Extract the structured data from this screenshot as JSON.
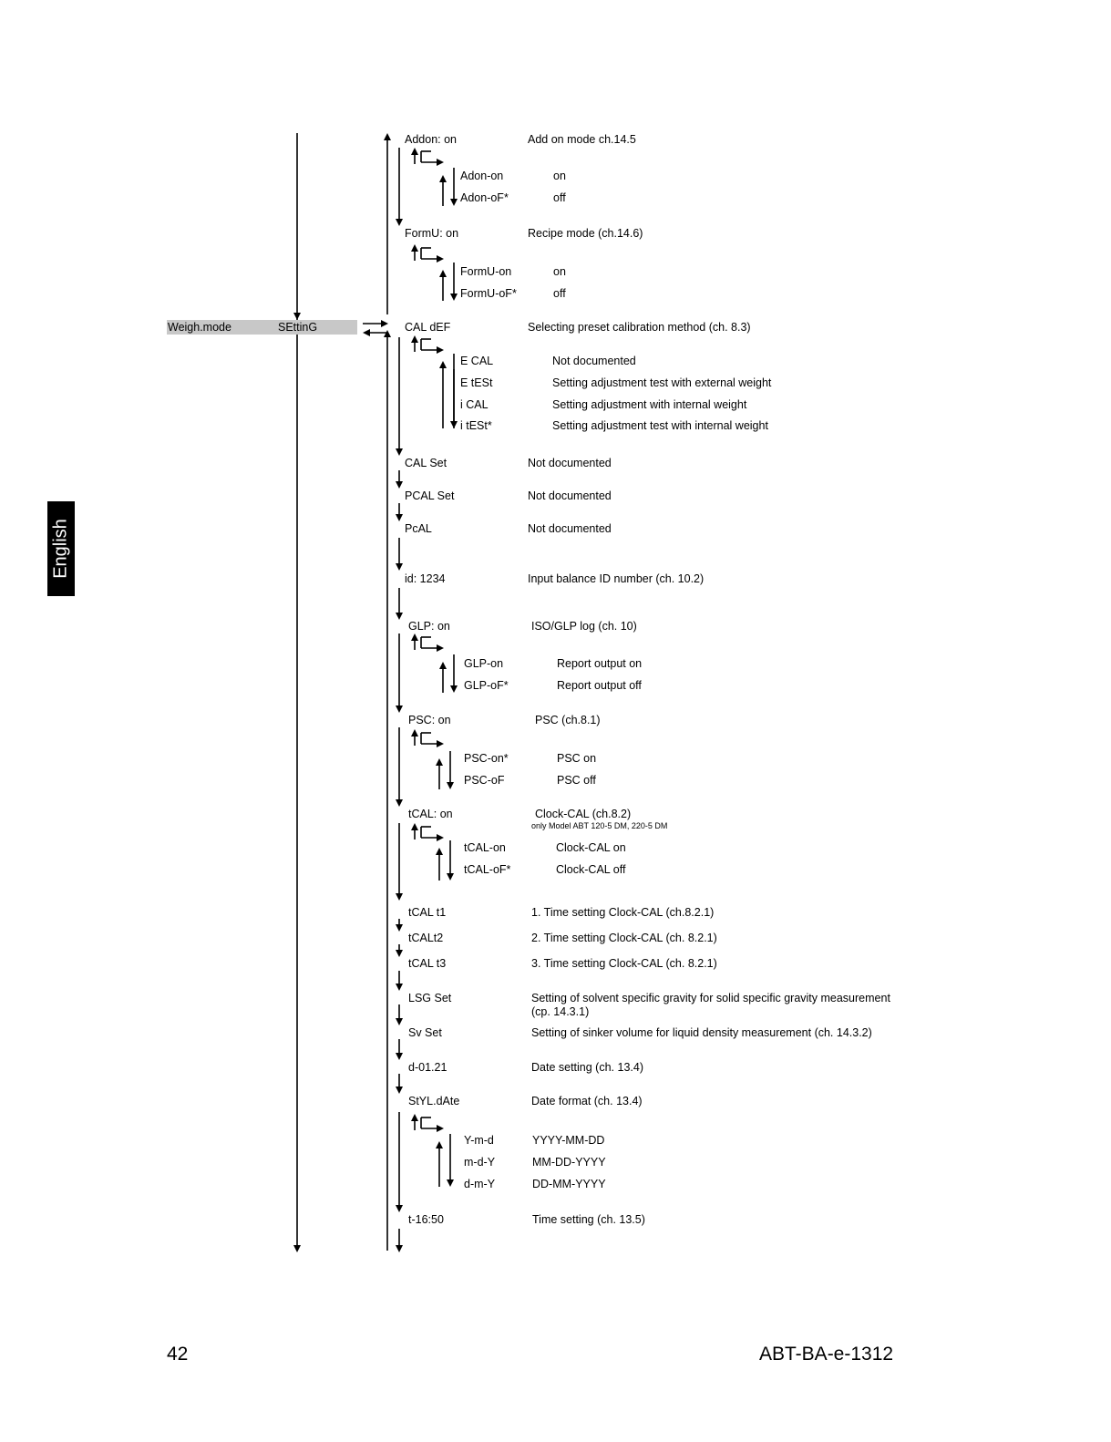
{
  "side_tab": "English",
  "footer": {
    "page_number": "42",
    "doc_code": "ABT-BA-e-1312"
  },
  "root": {
    "weigh_mode": "Weigh.mode",
    "setting": "SEttinG"
  },
  "menu": [
    {
      "id": "addon",
      "param": "Addon: on",
      "desc": "Add on mode ch.14.5",
      "options": [
        {
          "code": "Adon-on",
          "desc": "on"
        },
        {
          "code": "Adon-oF*",
          "desc": "off"
        }
      ]
    },
    {
      "id": "formu",
      "param": "FormU: on",
      "desc": "Recipe mode (ch.14.6)",
      "options": [
        {
          "code": "FormU-on",
          "desc": "on"
        },
        {
          "code": "FormU-oF*",
          "desc": "off"
        }
      ]
    },
    {
      "id": "caldef",
      "param": "CAL dEF",
      "desc": "Selecting preset calibration method  (ch. 8.3)",
      "options": [
        {
          "code": "E CAL",
          "desc": "Not documented"
        },
        {
          "code": "E tESt",
          "desc": "Setting adjustment test with external weight"
        },
        {
          "code": "i CAL",
          "desc": "Setting adjustment with internal weight"
        },
        {
          "code": "i tESt*",
          "desc": "Setting adjustment test with internal weight"
        }
      ]
    },
    {
      "id": "calset",
      "param": "CAL Set",
      "desc": "Not documented"
    },
    {
      "id": "pcalset",
      "param": "PCAL Set",
      "desc": "Not documented"
    },
    {
      "id": "pcal",
      "param": "PcAL",
      "desc": "Not documented"
    },
    {
      "id": "id",
      "param": "id: 1234",
      "desc": "Input balance ID number (ch. 10.2)"
    },
    {
      "id": "glp",
      "param": "GLP: on",
      "desc": "ISO/GLP log (ch. 10)",
      "options": [
        {
          "code": "GLP-on",
          "desc": "Report output on"
        },
        {
          "code": "GLP-oF*",
          "desc": "Report output off"
        }
      ]
    },
    {
      "id": "psc",
      "param": "PSC: on",
      "desc": "PSC (ch.8.1)",
      "options": [
        {
          "code": "PSC-on*",
          "desc": "PSC on"
        },
        {
          "code": "PSC-oF",
          "desc": "PSC off"
        }
      ]
    },
    {
      "id": "tcal",
      "param": "tCAL: on",
      "desc": "Clock-CAL (ch.8.2)",
      "note": "only Model ABT 120-5 DM, 220-5 DM",
      "options": [
        {
          "code": "tCAL-on",
          "desc": "Clock-CAL on"
        },
        {
          "code": "tCAL-oF*",
          "desc": "Clock-CAL off"
        }
      ]
    },
    {
      "id": "tcalt1",
      "param": "tCAL t1",
      "desc": "1. Time setting Clock-CAL  (ch.8.2.1)"
    },
    {
      "id": "tcalt2",
      "param": "tCALt2",
      "desc": "2. Time setting Clock-CAL  (ch. 8.2.1)"
    },
    {
      "id": "tcalt3",
      "param": "tCAL t3",
      "desc": "3. Time setting Clock-CAL  (ch. 8.2.1)"
    },
    {
      "id": "lsgset",
      "param": "LSG Set",
      "desc": "Setting of solvent specific gravity for solid specific gravity measurement",
      "desc2": "(cp. 14.3.1)"
    },
    {
      "id": "svset",
      "param": "Sv Set",
      "desc": "Setting of sinker volume for liquid density measurement  (ch. 14.3.2)"
    },
    {
      "id": "date",
      "param": "d-01.21",
      "desc": "Date setting (ch. 13.4)"
    },
    {
      "id": "styldate",
      "param": "StYL.dAte",
      "desc": "Date format (ch. 13.4)",
      "options": [
        {
          "code": "Y-m-d",
          "desc": "YYYY-MM-DD"
        },
        {
          "code": "m-d-Y",
          "desc": "MM-DD-YYYY"
        },
        {
          "code": "d-m-Y",
          "desc": "DD-MM-YYYY"
        }
      ]
    },
    {
      "id": "time",
      "param": "t-16:50",
      "desc": "Time setting (ch. 13.5)"
    }
  ]
}
